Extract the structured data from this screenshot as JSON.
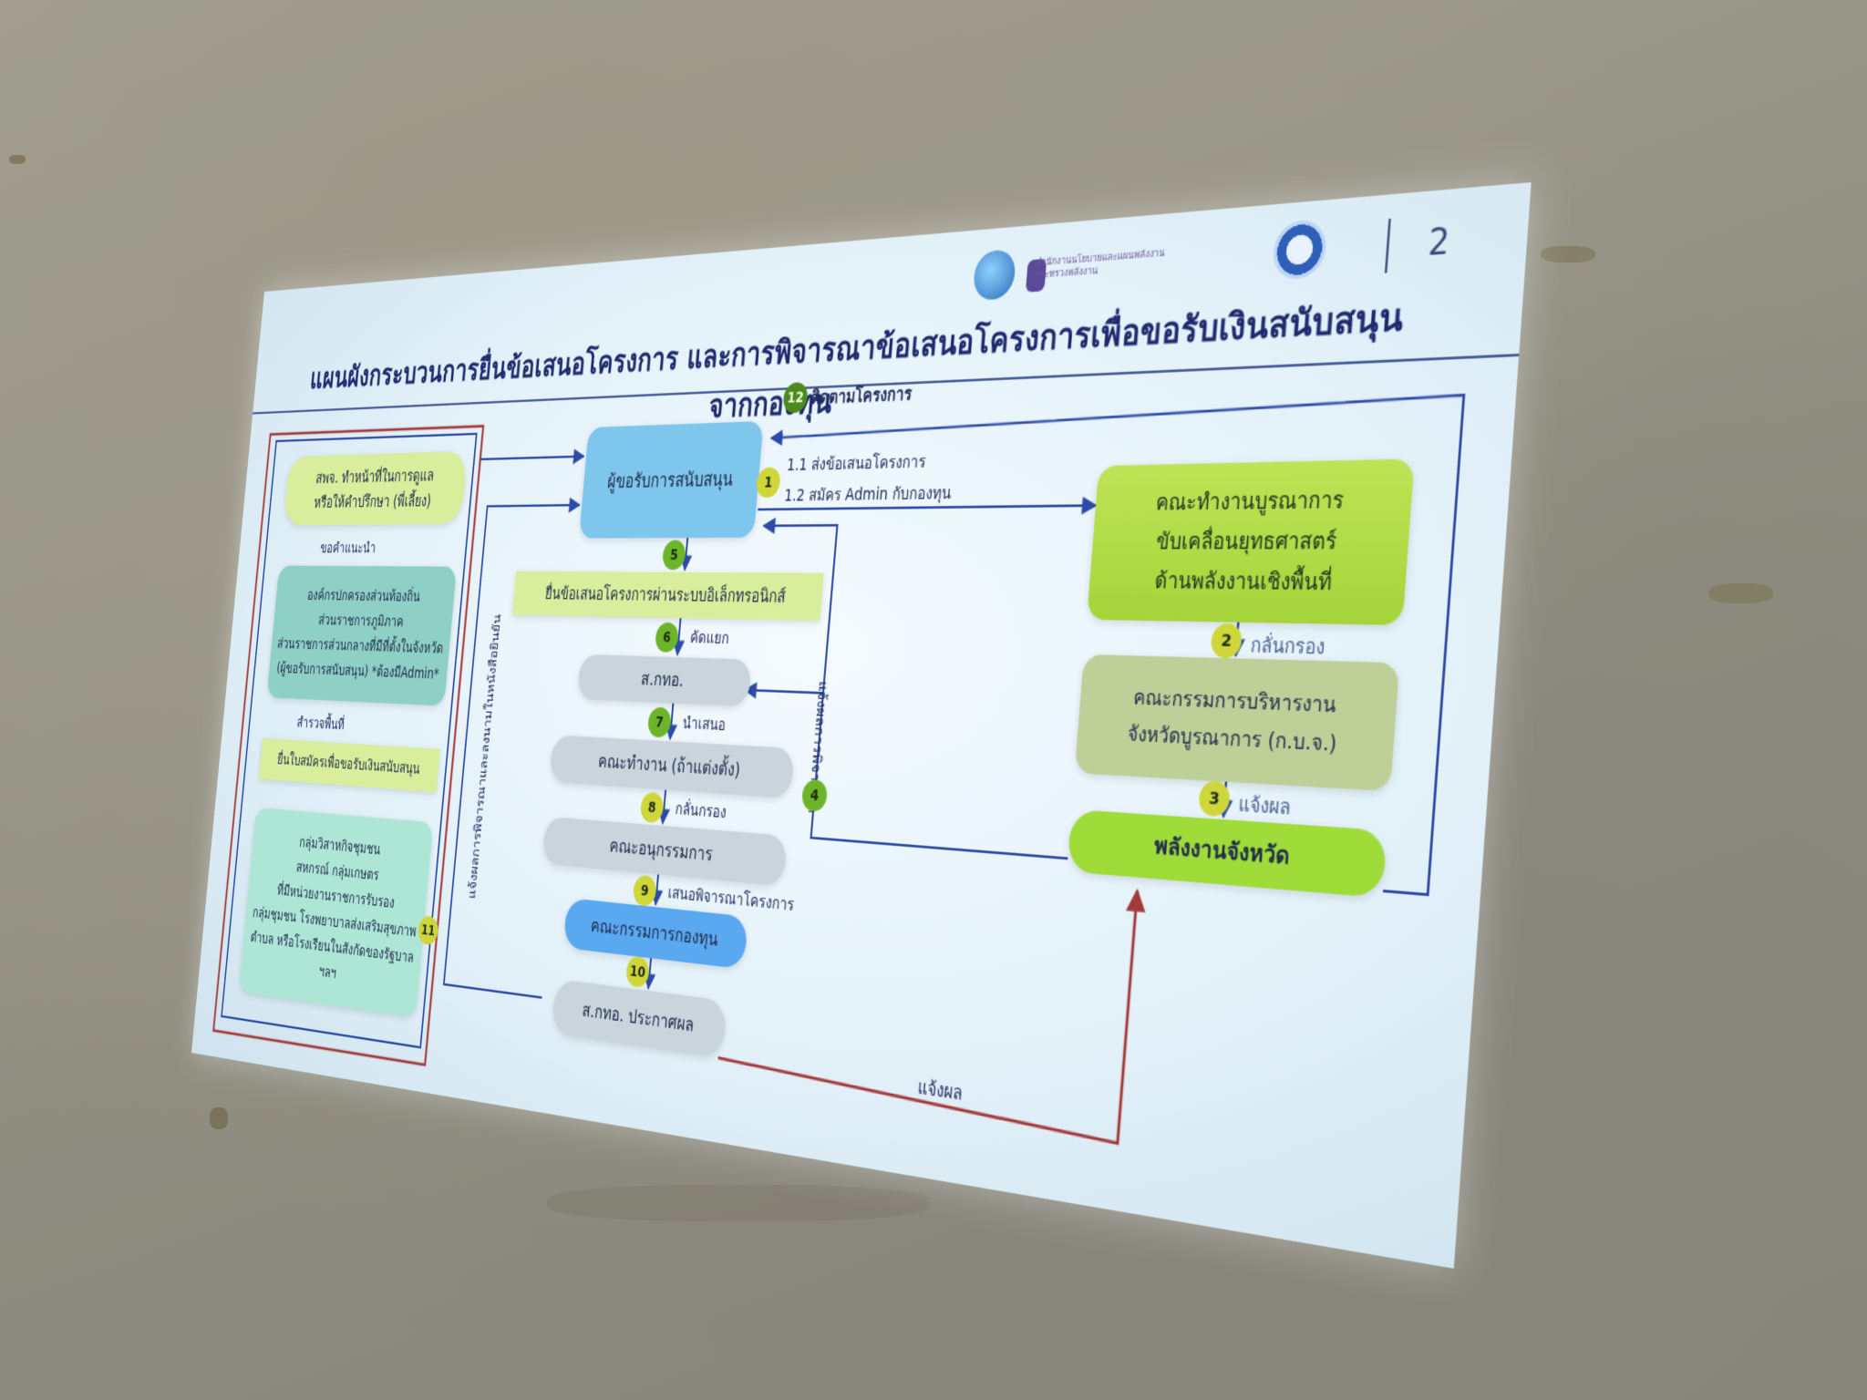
{
  "slide": {
    "page_number": "2",
    "title": "แผนผังกระบวนการยื่นข้อเสนอโครงการ และการพิจารณาข้อเสนอโครงการเพื่อขอรับเงินสนับสนุนจากกองทุน",
    "logo_text": [
      "สำนักงานนโยบายและแผนพลังงาน",
      "กระทรวงพลังงาน"
    ]
  },
  "left_panel": {
    "box_advisor": [
      "สพจ. ทำหน้าที่ในการดูแล",
      "หรือให้คำปรึกษา (พี่เลี้ยง)"
    ],
    "label_advice": "ขอคำแนะนำ",
    "box_applicants": [
      "องค์กรปกครองส่วนท้องถิ่น",
      "ส่วนราชการภูมิภาค",
      "ส่วนราชการส่วนกลางที่มีที่ตั้งในจังหวัด",
      "(ผู้ขอรับการสนับสนุน) *ต้องมีAdmin*"
    ],
    "label_survey": "สำรวจพื้นที่",
    "box_apply_form": "ยื่นใบสมัครเพื่อขอรับเงินสนับสนุน",
    "box_groups": [
      "กลุ่มวิสาหกิจชุมชน",
      "สหกรณ์ กลุ่มเกษตร",
      "ที่มีหน่วยงานราชการรับรอง",
      "กลุ่มชุมชน โรงพยาบาลส่งเสริมสุขภาพ",
      "ตำบล หรือโรงเรียนในสังกัดของรัฐบาล ฯลฯ"
    ]
  },
  "center": {
    "box_requester": "ผู้ขอรับการสนับสนุน",
    "box_submit_online": "ยื่นข้อเสนอโครงการผ่านระบบอิเล็กทรอนิกส์",
    "box_sakotho": "ส.กทอ.",
    "box_working_group": "คณะทำงาน (ถ้าแต่งตั้ง)",
    "box_subcommittee": "คณะอนุกรรมการ",
    "box_fund_committee": "คณะกรรมการกองทุน",
    "box_announce": "ส.กทอ. ประกาศผล",
    "label_step6": "คัดแยก",
    "label_step7": "นำเสนอ",
    "label_step8": "กลั่นกรอง",
    "label_step9": "เสนอพิจารณาโครงการ",
    "label_vertical_11": "แจ้งผลการพิจารณาและลงนามในหนังสือยินยัน"
  },
  "right": {
    "label_step12": "ติดตามโครงการ",
    "label_1_1": "1.1 ส่งข้อเสนอโครงการ",
    "label_1_2": "1.2 สมัคร Admin กับกองทุน",
    "box_integration_team": [
      "คณะทำงานบูรณาการ",
      "ขับเคลื่อนยุทธศาสตร์",
      "ด้านพลังงานเชิงพื้นที่"
    ],
    "label_step2": "กลั่นกรอง",
    "box_provincial_committee": [
      "คณะกรรมการบริหารงาน",
      "จังหวัดบูรณาการ (ก.บ.จ.)"
    ],
    "label_step3": "แจ้งผล",
    "box_provincial_energy": "พลังงานจังหวัด",
    "label_vertical_4": "แจ้งผลการพิจารณา",
    "label_bottom_notify": "แจ้งผล"
  },
  "steps": [
    "1",
    "2",
    "3",
    "4",
    "5",
    "6",
    "7",
    "8",
    "9",
    "10",
    "11",
    "12"
  ],
  "colors": {
    "title": "#1f2a6e",
    "arrow": "#2d4aa6",
    "return_arrow": "#a33a3a",
    "green_box": "#a5d43a",
    "blue_box": "#5aa9f0"
  }
}
